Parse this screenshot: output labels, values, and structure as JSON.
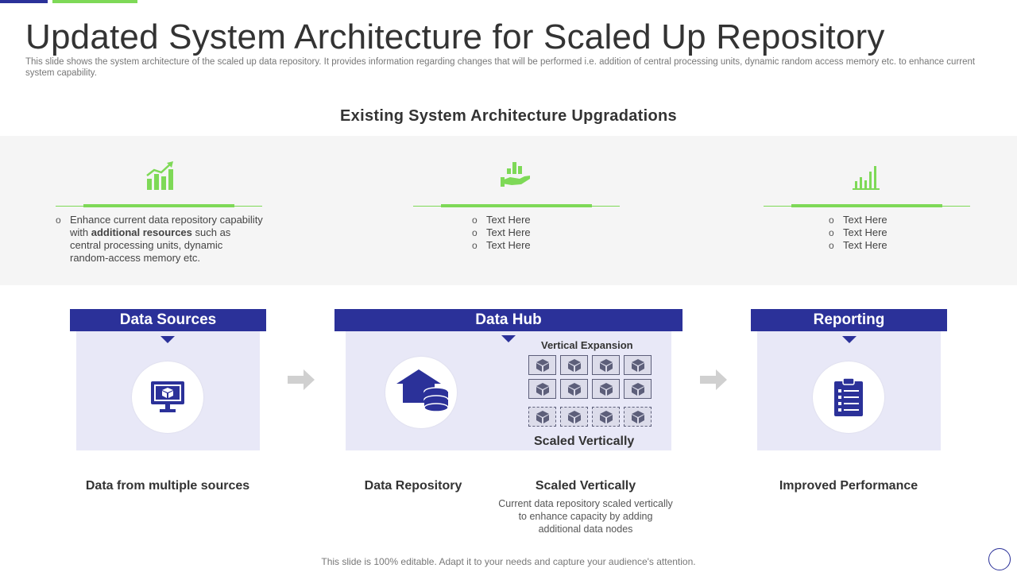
{
  "title": "Updated System Architecture for Scaled Up Repository",
  "subtitle": "This slide shows the system architecture of the scaled up data repository. It provides information regarding changes that will be performed i.e. addition of central processing units, dynamic random access memory etc. to enhance current system capability.",
  "section_heading": "Existing System Architecture  Upgradations",
  "upgrades": [
    {
      "icon": "growth-chart-icon",
      "bullet_pre": "Enhance current data repository capability with ",
      "bullet_bold": "additional resources",
      "bullet_post": " such as central processing units, dynamic random-access  memory etc."
    },
    {
      "icon": "hand-chart-icon",
      "items": [
        "Text Here",
        "Text Here",
        "Text Here"
      ]
    },
    {
      "icon": "bar-chart-icon",
      "items": [
        "Text Here",
        "Text Here",
        "Text Here"
      ]
    }
  ],
  "panels": {
    "sources": {
      "header": "Data Sources",
      "icon": "monitor-icon",
      "caption": "Data from multiple sources"
    },
    "hub": {
      "header": "Data Hub",
      "icon": "database-home-icon",
      "caption": "Data Repository",
      "vertical_label": "Vertical Expansion",
      "scaled_label": "Scaled Vertically",
      "scaled_caption": "Scaled Vertically",
      "scaled_desc": "Current data repository scaled vertically to enhance capacity by adding additional data nodes"
    },
    "reporting": {
      "header": "Reporting",
      "icon": "clipboard-icon",
      "caption": "Improved Performance"
    }
  },
  "footer": "This slide is 100% editable. Adapt it to your needs and capture your audience's attention.",
  "colors": {
    "primary": "#2b3199",
    "accent": "#7ed957",
    "panel_bg": "#e8e8f7",
    "band_bg": "#f5f5f5"
  }
}
